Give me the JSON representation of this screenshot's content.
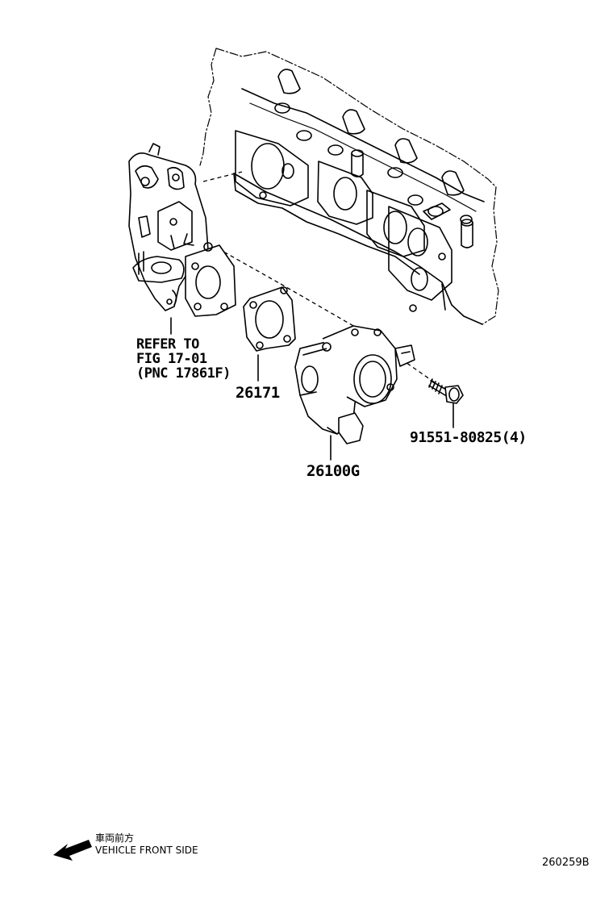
{
  "refer_note": {
    "line1": "REFER TO",
    "line2": "FIG 17-01",
    "line3": "(PNC 17861F)"
  },
  "parts": {
    "gasket": "26171",
    "throttle_body": "26100G",
    "bolt": "91551-80825(4)"
  },
  "orientation": {
    "label_cn": "車両前方",
    "label_en": "VEHICLE FRONT SIDE"
  },
  "figure_code": "260259B"
}
